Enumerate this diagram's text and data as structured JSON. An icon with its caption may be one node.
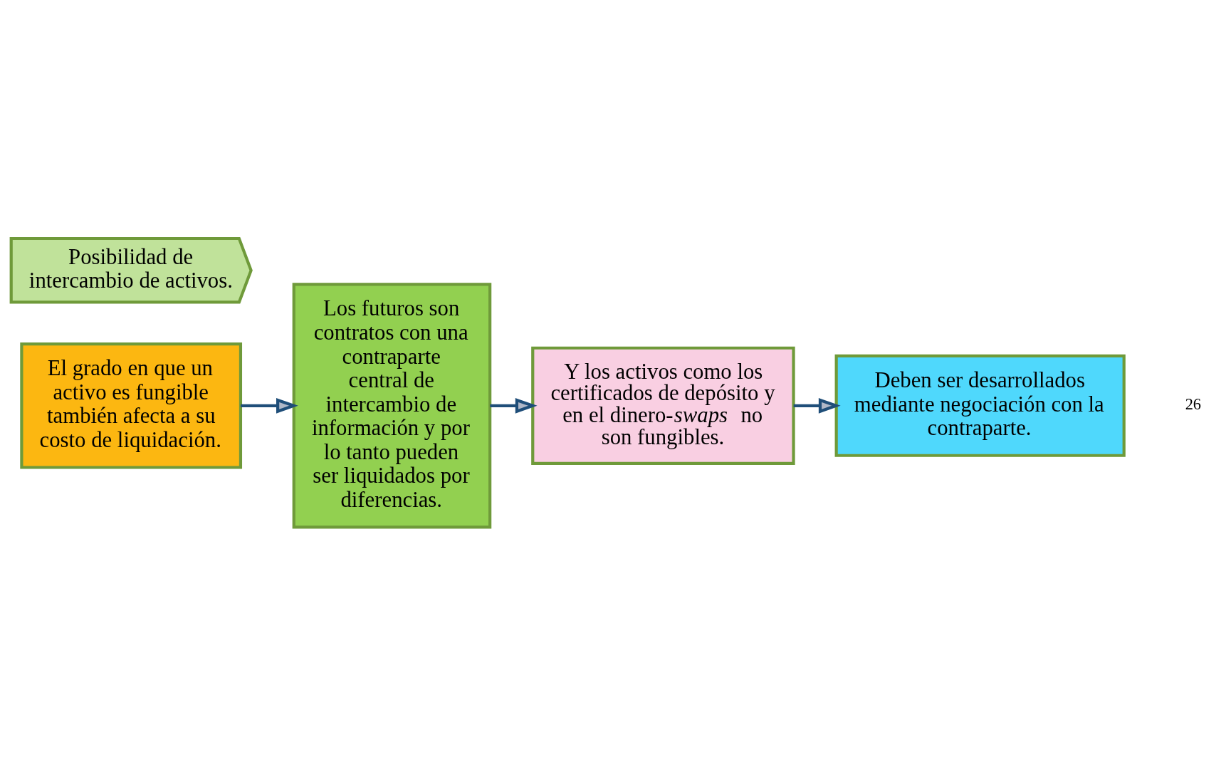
{
  "diagram": {
    "nodes": [
      {
        "text": [
          "Posibilidad de intercambio de activos."
        ]
      },
      {
        "text": [
          "El grado en que un activo es fungible también afecta a su costo de liquidación."
        ]
      },
      {
        "text": [
          "Los futuros son contratos con una contraparte central de intercambio de información y por lo tanto pueden ser liquidados por diferencias."
        ]
      },
      {
        "text": [
          "Y los activos como los certificados de depósito y en el dinero-*swaps* no son fungibles."
        ]
      },
      {
        "text": [
          "Deben ser desarrollados mediante negociación con la contraparte."
        ]
      }
    ],
    "edges": [
      {
        "from": 1,
        "to": 2,
        "arrow": "to"
      },
      {
        "from": 2,
        "to": 3,
        "arrow": "to"
      },
      {
        "from": 3,
        "to": 4,
        "arrow": "to"
      }
    ],
    "labels": [
      "26"
    ]
  }
}
